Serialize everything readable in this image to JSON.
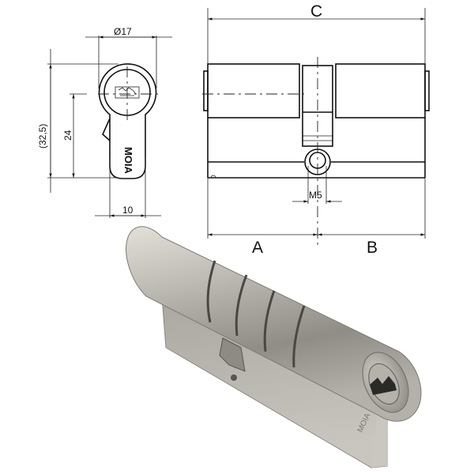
{
  "drawing": {
    "front_view": {
      "diameter_label": "Ø17",
      "height_label": "(32,5)",
      "axis_height_label": "24",
      "width_label": "10",
      "logo_text": "MOIA"
    },
    "side_view": {
      "overall_label": "C",
      "left_label": "A",
      "right_label": "B",
      "screw_label": "M5"
    }
  },
  "photo": {
    "subject": "euro-profile-cylinder",
    "colors": {
      "metal": "#a8a69f",
      "metal_dark": "#6e6c66",
      "metal_light": "#d8d6cf"
    }
  }
}
